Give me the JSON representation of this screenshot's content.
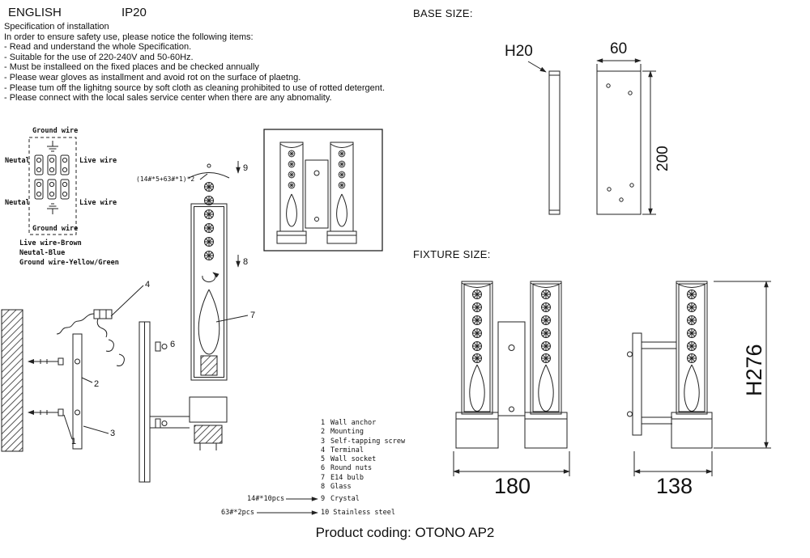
{
  "header": {
    "language": "ENGLISH",
    "ip_rating": "IP20"
  },
  "sections": {
    "base_size": "BASE SIZE:",
    "fixture_size": "FIXTURE SIZE:"
  },
  "spec": {
    "title": "Specification of installation",
    "intro": "In order to ensure safety use, please notice the following items:",
    "items": [
      "- Read and understand the whole Specification.",
      "- Suitable for the use of 220-240V and 50-60Hz.",
      "- Must be installeed on the fixed places and be checked annually",
      "- Please wear gloves as installment and avoid rot on the surface of plaetng.",
      "- Please tum off the lighitng source by soft cloth as cleaning prohibited to use of rotted detergent.",
      "- Please connect with the local sales service center when there are any abnomality."
    ]
  },
  "wiring": {
    "ground_top": "Ground wire",
    "neutral_1": "Neutal",
    "live_1": "Live wire",
    "neutral_2": "Neutal",
    "live_2": "Live wire",
    "ground_bottom": "Ground wire",
    "legend": [
      "Live wire-Brown",
      "Neutal-Blue",
      "Ground wire-Yellow/Green"
    ]
  },
  "assembly": {
    "crystal_note": "(14#*5+63#*1)*2",
    "callout_9": "9",
    "callout_8": "8",
    "callout_7": "7",
    "callout_6": "6",
    "callout_4": "4",
    "callout_2": "2",
    "callout_1": "1",
    "callout_3": "3"
  },
  "parts": {
    "items": [
      {
        "num": "1",
        "name": "Wall anchor"
      },
      {
        "num": "2",
        "name": "Mounting"
      },
      {
        "num": "3",
        "name": "Self-tapping screw"
      },
      {
        "num": "4",
        "name": "Terminal"
      },
      {
        "num": "5",
        "name": "Wall socket"
      },
      {
        "num": "6",
        "name": "Round nuts"
      },
      {
        "num": "7",
        "name": "E14 bulb"
      },
      {
        "num": "8",
        "name": "Glass"
      }
    ],
    "crystal": {
      "qty": "14#*10pcs",
      "num": "9",
      "name": "Crystal"
    },
    "steel": {
      "qty": "63#*2pcs",
      "num": "10",
      "name": "Stainless steel"
    }
  },
  "dimensions": {
    "base_thickness": "H20",
    "base_width": "60",
    "base_height": "200",
    "fixture_width": "180",
    "fixture_depth": "138",
    "fixture_height": "H276"
  },
  "footer": {
    "product_coding": "Product coding: OTONO AP2"
  }
}
